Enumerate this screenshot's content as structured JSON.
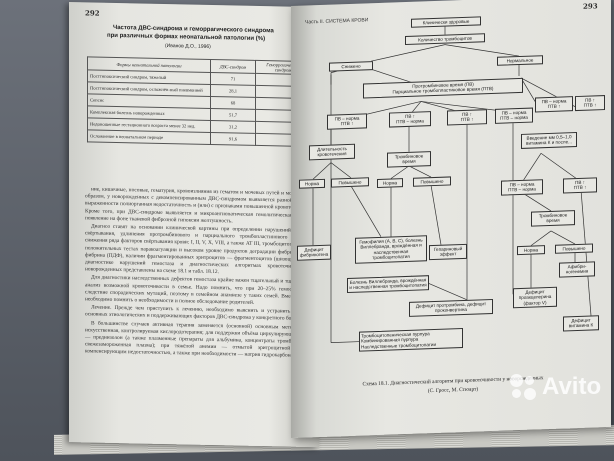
{
  "left_page": {
    "page_number": "292",
    "table_title_line1": "Частота ДВС-синдрома и геморрагического синдрома",
    "table_title_line2": "при различных формах неонатальной патологии (%)",
    "table_source": "(Иванов Д.О., 1996)",
    "table_header": [
      "Формы неонатальной патологии",
      "ДВС-синдром",
      "Геморрагический синдром"
    ],
    "table_rows": [
      [
        "Постгипоксический синдром, тяжелый",
        "71",
        ""
      ],
      [
        "Постгипоксический синдром, осложнён-ный пневмонией",
        "28,1",
        ""
      ],
      [
        "Сепсис",
        "68",
        ""
      ],
      [
        "Комплексная болезнь новорожденных",
        "51,7",
        ""
      ],
      [
        "Недоношенные гестационного возраста менее 32 нед.",
        "31,2",
        ""
      ],
      [
        "Осложнение в неонатальном периоде",
        "91,6",
        ""
      ]
    ],
    "paragraphs": [
      "ние, кишечные, носовые, гематурия, кровоизлияния из гематом и мочевых путей и мозг. Таким образом, у новорожденных с декомпенсированным ДВС-синдромом выявляется разной степени выраженности полиорганная недостаточность и (или) с признаками повышенной кровоточивости. Кроме того, при ДВС-синдроме выявляется и микроангиопатическая гемолитическая анемия, появление на фоне тканевой фиброзной гипоксии желтушность.",
      "Диагноз ставят на основании клинической картины при определении нарушений времени свёртывания, удлинения протромбинового и парциального тромбопластинового времени, снижения ряда факторов свёртывания крови: I, II, V, X, VIII, а также AT III, тромбоцитопения при положительных тестах паракоагуляции и высоком уровне продуктов деградации фибриногена и фибрина (ПДФ), наличии фрагментированных эритроцитов — фрагментоцитов (шизоцитов) при диагностике нарушений гемостаза и диагностических алгоритмах кровоточивости у новорожденных представлены на схеме 18.1 и табл. 18.12.",
      "Для диагностики наследственных дефектов гемостаза крайне важен тщательный и тщательный анализ возможной кровоточивости в семье. Надо помнить, что при 20–25% гемофилии — следствие спорадических мутаций, поэтому в семейном анамнезе у таких семей. Вместе с тем необходимо помнить о необходимости и полное обследование родителей.",
      "Лечение. Прежде чем приступить к лечению, необходимо выяснить и устранить причину основных этиологических и поддерживающих факторов ДВС-синдрома у конкретного больного.",
      "В большинстве случаев активная терапия заменяется (основной) основным методом или искусственная, контролируемая кислородотерапия; для поддержки объёма циркулирующей крови — преднизолон (а также плазменные препараты для альбумина, концентраты тромбоцитов и свежезамороженная плазма); при тяжёлой анемии — отмытой эритроцитной массой, компенсирующим недостаточностью, а также при необходимости — натрия гидрокарбонат)."
    ]
  },
  "right_page": {
    "page_number": "293",
    "running_head": "Часть II. СИСТЕМА КРОВИ",
    "flowchart": {
      "n_start": "Клинически здоровые",
      "n_count": "Количество тромбоцитов",
      "n_low": "Снижено",
      "n_normal": "Нормальное",
      "n_pt": "Протромбиновое время (ПВ)\nПарциальное тромбопластиновое время (ПТВ)",
      "n_pv_up": "ПВ ↑\nПТВ ↑",
      "n_pv_n": "ПВ ↑\nПТВ – норма",
      "n_ptv_up": "ПВ – норма\nПТВ ↑",
      "n_ptv_n": "ПВ – норма\nПТВ – норма",
      "n_l_pv": "ПВ – норма\nПТВ ↑",
      "n_l_ptv": "ПВ ↑\nПТВ ↑",
      "n_duration": "Длительность кровотечения",
      "n_thrombin": "Тромбиновое время",
      "n_norm1": "Норма",
      "n_incr1": "Повышено",
      "n_norm2": "Норма",
      "n_incr2": "Повышено",
      "n_vitk": "Введение мм 0,5–1,0 витамина К и после...",
      "n_r_pv": "ПВ – норма\nПТВ – норма",
      "n_r_ptv": "ПВ ↑\nПТВ ↑",
      "n_thrombin2": "Тромбиновое время",
      "n_norm3": "Норма",
      "n_incr3": "Повышено",
      "n_fibrin": "Дефицит фибриногена",
      "n_hemo": "Гемофилия (А, B, C), болезнь Виллебранда, врождённая и наследственная тромбоцитопатия",
      "n_heparin": "Гепариновый эффект",
      "n_vwd": "Болезнь Виллебранда, врождённая и наследственная тромбоцитопатия",
      "n_afibr": "Афибри-ногенемия",
      "n_deficit_prot": "Дефицит протромбина, дефицит проконвертина",
      "n_deficit_v": "Дефицит проакцелерина (фактор V)",
      "n_deficit_k": "Дефицит витамина К",
      "n_purp": "Тромбоцитопеническая пурпура\nКомбинированная пурпура\nНаследственные тромбоцитопатии",
      "n_vit_a": "Дефицит витамина К"
    },
    "caption_line1": "Схема 18.1. Диагностический алгоритм при кровоточивости у новорожденных",
    "caption_line2": "(С. Гросс, М. Стюарт)"
  },
  "watermark": {
    "text": "Avito"
  }
}
